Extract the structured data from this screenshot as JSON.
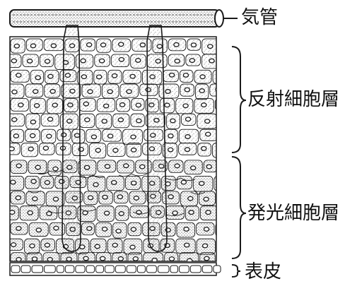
{
  "labels": {
    "trachea": "気管",
    "reflector_layer": "反射細胞層",
    "photocyte_layer": "発光細胞層",
    "epidermis": "表皮"
  },
  "colors": {
    "ink": "#1a1a1a",
    "paper": "#ffffff",
    "stipple": "#6b6b6b"
  }
}
